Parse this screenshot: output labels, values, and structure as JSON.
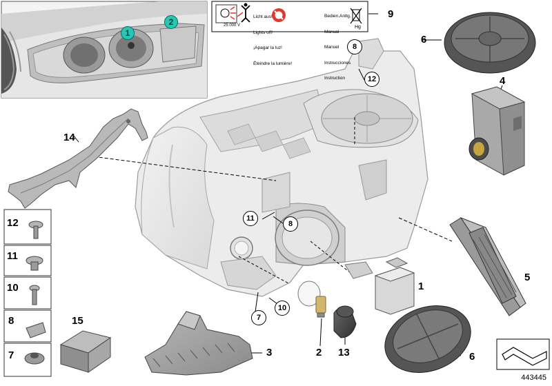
{
  "warning_label": {
    "lines_col1": [
      "Licht aus!",
      "Lights off!",
      "¡Apagar la luz!",
      "Éteindre la lumière!"
    ],
    "lines_col2": [
      "Bedien.Anltg.",
      "Manual",
      "Manuel",
      "Instrucciones",
      "Instruction"
    ],
    "voltage": "25 000 V",
    "hg": "Hg"
  },
  "inset_callouts": [
    "1",
    "2"
  ],
  "callouts": {
    "c1": "1",
    "c2": "2",
    "c3": "3",
    "c4": "4",
    "c5": "5",
    "c6a": "6",
    "c6b": "6",
    "c7": "7",
    "c9": "9",
    "c10": "10",
    "c13": "13",
    "c14": "14",
    "c15": "15"
  },
  "circle_callouts": {
    "c8a": "8",
    "c8b": "8",
    "c11": "11",
    "c12": "12"
  },
  "parts_column": [
    "12",
    "11",
    "10",
    "8",
    "7"
  ],
  "diagram_number": "443445"
}
